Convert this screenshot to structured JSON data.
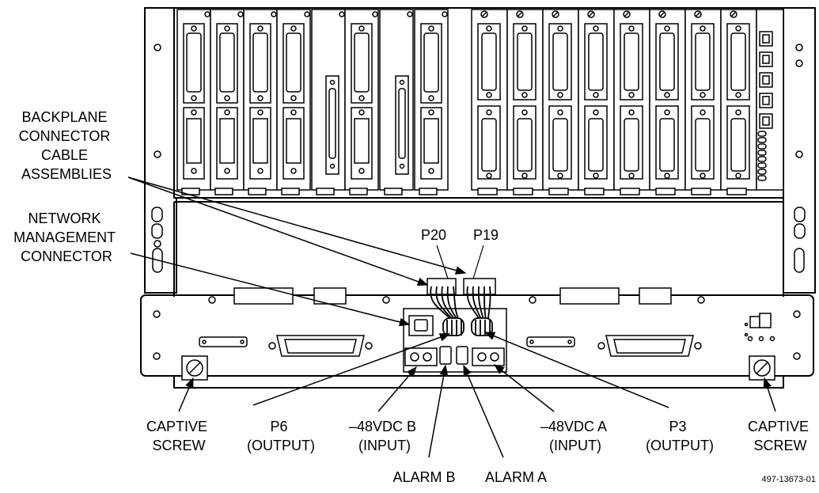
{
  "labels": {
    "backplane": [
      "BACKPLANE",
      "CONNECTOR",
      "CABLE",
      "ASSEMBLIES"
    ],
    "network": [
      "NETWORK",
      "MANAGEMENT",
      "CONNECTOR"
    ],
    "p20": "P20",
    "p19": "P19",
    "captive_left": [
      "CAPTIVE",
      "SCREW"
    ],
    "captive_right": [
      "CAPTIVE",
      "SCREW"
    ],
    "p6": [
      "P6",
      "(OUTPUT)"
    ],
    "m48b": [
      "–48VDC B",
      "(INPUT)"
    ],
    "m48a": [
      "–48VDC A",
      "(INPUT)"
    ],
    "p3": [
      "P3",
      "(OUTPUT)"
    ],
    "alarm_b": "ALARM B",
    "alarm_a": "ALARM A",
    "drawing_number": "497-13673-01"
  },
  "colors": {
    "line": "#000000",
    "panel_fill": "#ffffff",
    "slot_fill": "#ffffff"
  }
}
